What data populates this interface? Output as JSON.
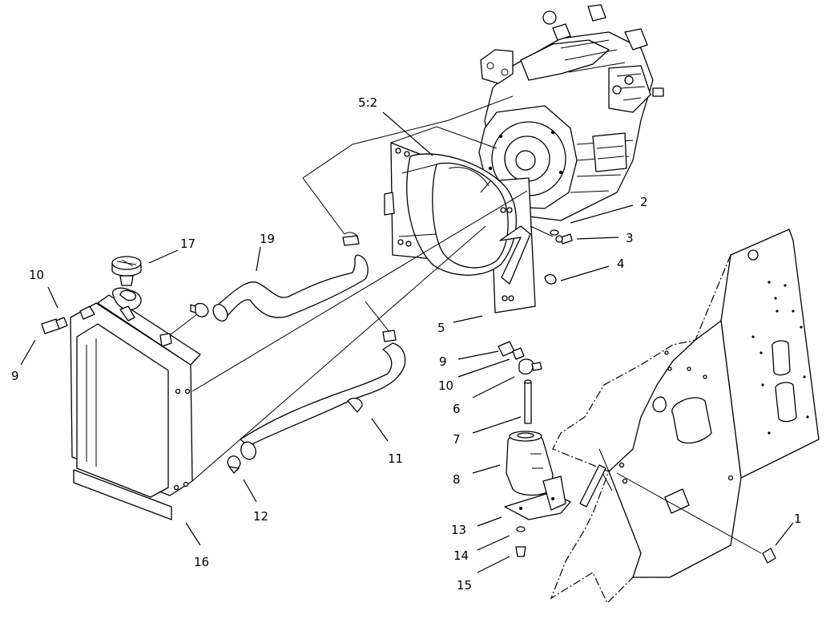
{
  "callouts": {
    "c_5_2": "5:2",
    "c_2": "2",
    "c_3": "3",
    "c_4": "4",
    "c_5": "5",
    "c_17": "17",
    "c_19": "19",
    "c_10_left": "10",
    "c_9_left": "9",
    "c_9_mid": "9",
    "c_10_mid": "10",
    "c_6": "6",
    "c_7": "7",
    "c_8": "8",
    "c_11": "11",
    "c_12": "12",
    "c_13": "13",
    "c_14": "14",
    "c_15": "15",
    "c_16": "16",
    "c_1": "1"
  }
}
